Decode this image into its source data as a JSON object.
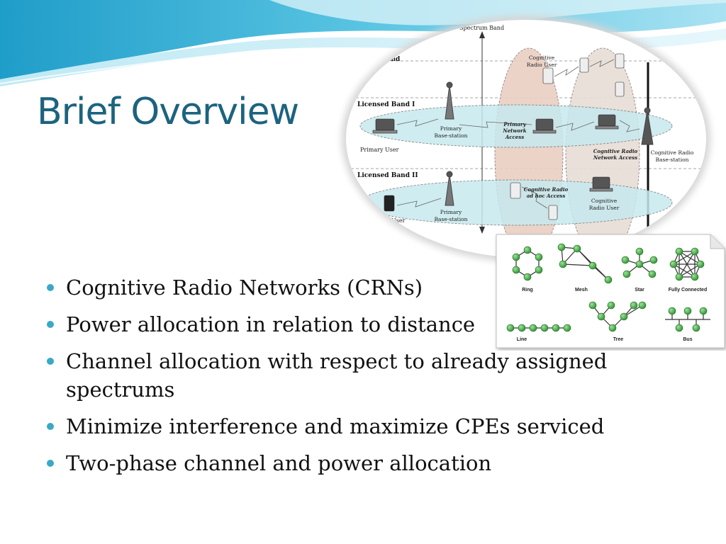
{
  "slide": {
    "title": "Brief Overview",
    "bullets": [
      "Cognitive Radio Networks (CRNs)",
      "Power allocation in relation to distance",
      "Channel allocation with respect to already assigned spectrums",
      "Minimize interference and maximize CPEs serviced",
      "Two-phase channel and power allocation"
    ]
  },
  "network_diagram": {
    "band_top": "Spectrum Band",
    "band_unlicensed": "Band",
    "licensed_band_1": "Licensed Band I",
    "licensed_band_2": "Licensed Band II",
    "primary_user_1": "Primary User",
    "primary_user_2": "User",
    "primary_base_station_1": [
      "Primary",
      "Base-station"
    ],
    "primary_base_station_2": [
      "Primary",
      "Base-station"
    ],
    "cognitive_radio_user_top": [
      "Cognitive",
      "Radio User"
    ],
    "cognitive_radio_user_bottom": [
      "Cognitive",
      "Radio User"
    ],
    "primary_network_access": [
      "Primary",
      "Network",
      "Access"
    ],
    "cr_network_access": [
      "Cognitive Radio",
      "Network Access"
    ],
    "cr_adhoc_access": [
      "Cognitive Radio",
      "ad hoc Access"
    ],
    "cr_base_station": [
      "Cognitive Radio",
      "Base-station"
    ]
  },
  "topologies": {
    "ring": "Ring",
    "mesh": "Mesh",
    "star": "Star",
    "fully_connected": "Fully Connected",
    "line": "Line",
    "tree": "Tree",
    "bus": "Bus"
  },
  "colors": {
    "title": "#1c6380",
    "bullet": "#3aa9c5",
    "node": "#3ea63e",
    "wave_dark": "#2aa6cf",
    "wave_light": "#bfe9f4"
  }
}
